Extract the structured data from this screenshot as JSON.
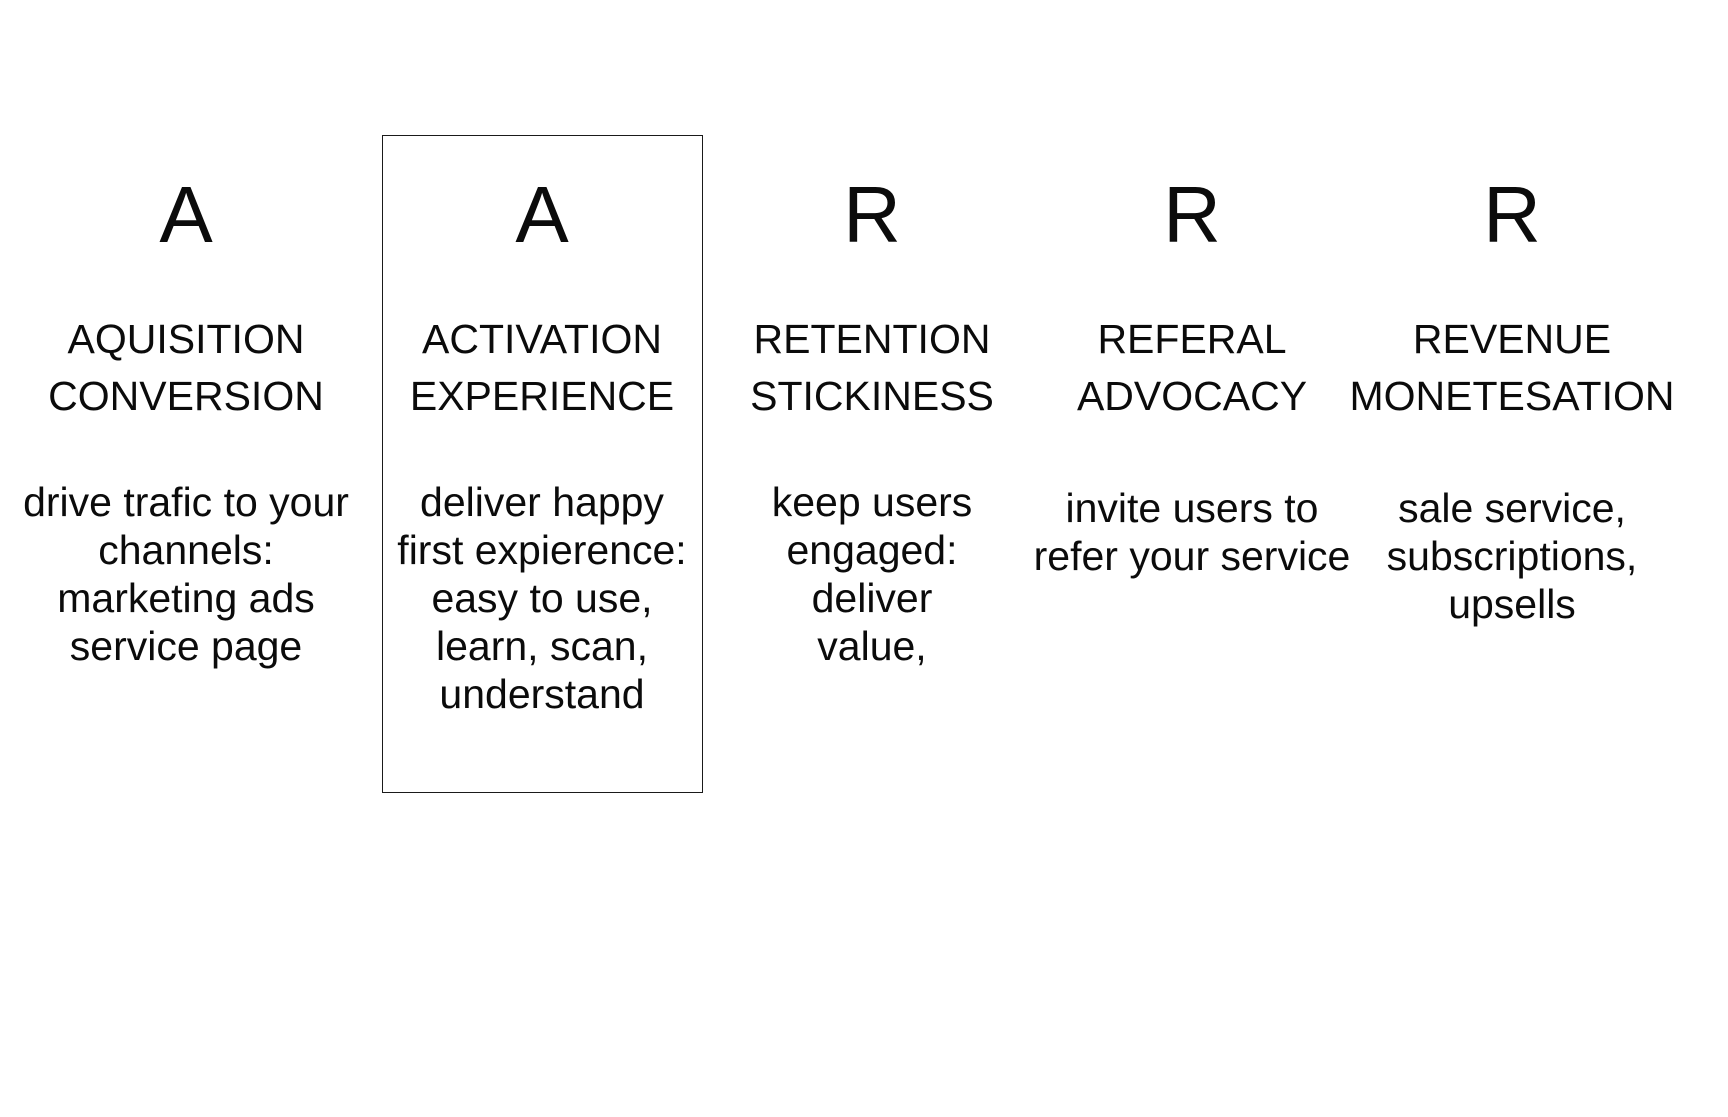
{
  "columns": [
    {
      "letter": "A",
      "title_line1": "AQUISITION",
      "title_line2": "CONVERSION",
      "description": "drive trafic to your channels: marketing ads service page",
      "highlighted": false
    },
    {
      "letter": "A",
      "title_line1": "ACTIVATION",
      "title_line2": "EXPERIENCE",
      "description": "deliver happy first expierence: easy to use, learn, scan, understand",
      "highlighted": true
    },
    {
      "letter": "R",
      "title_line1": "RETENTION",
      "title_line2": "STICKINESS",
      "description": "keep users engaged: deliver value,",
      "highlighted": false
    },
    {
      "letter": "R",
      "title_line1": "REFERAL",
      "title_line2": "ADVOCACY",
      "description": "invite users to refer your service",
      "highlighted": false
    },
    {
      "letter": "R",
      "title_line1": "REVENUE",
      "title_line2": "MONETESATION",
      "description": "sale service, subscriptions, upsells",
      "highlighted": false
    }
  ],
  "colors": {
    "text": "#0b0b0b",
    "box_border": "#1a1a1a",
    "background": "#ffffff"
  }
}
